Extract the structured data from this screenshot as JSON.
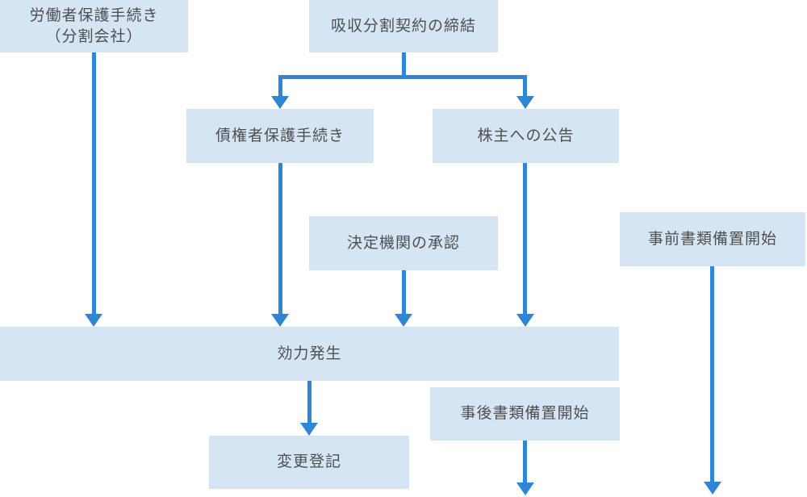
{
  "nodes": {
    "worker_protection": {
      "label_line1": "労働者保護手続き",
      "label_line2": "（分割会社）"
    },
    "agreement": {
      "label": "吸収分割契約の締結"
    },
    "creditor": {
      "label": "債権者保護手続き"
    },
    "shareholder": {
      "label": "株主への公告"
    },
    "approval": {
      "label": "決定機関の承認"
    },
    "pre_documents": {
      "label": "事前書類備置開始"
    },
    "effective": {
      "label": "効力発生"
    },
    "post_documents": {
      "label": "事後書類備置開始"
    },
    "registration": {
      "label": "変更登記"
    }
  },
  "colors": {
    "arrow": "#2e86d8",
    "node_fill": "#d6e5f4",
    "text": "#4f4f4f"
  }
}
